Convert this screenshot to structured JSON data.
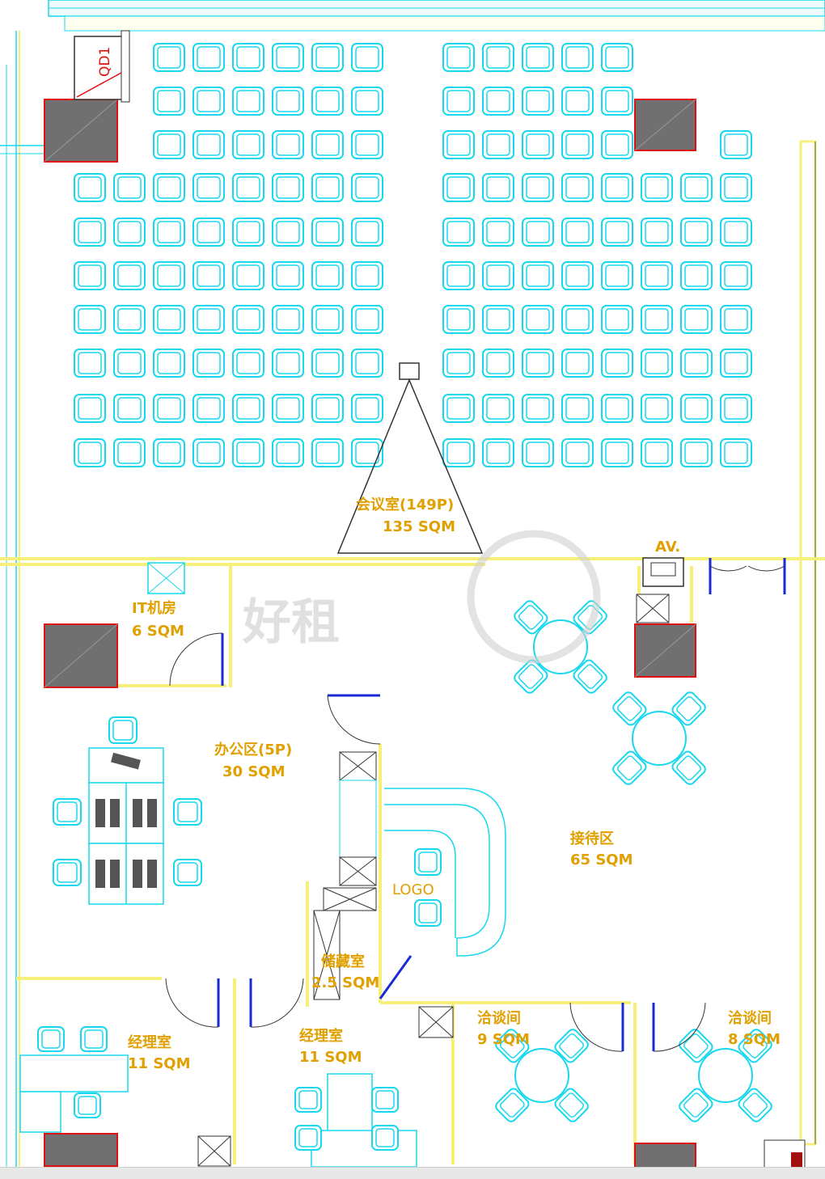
{
  "rooms": {
    "conference": {
      "name": "会议室(149P)",
      "area": "135 SQM"
    },
    "it_room": {
      "name": "IT机房",
      "area": "6 SQM"
    },
    "office": {
      "name": "办公区(5P)",
      "area": "30 SQM"
    },
    "reception": {
      "name": "接待区",
      "area": "65 SQM"
    },
    "storage": {
      "name": "储藏室",
      "area": "2.5 SQM"
    },
    "manager_1": {
      "name": "经理室",
      "area": "11 SQM"
    },
    "manager_2": {
      "name": "经理室",
      "area": "11 SQM"
    },
    "meeting_1": {
      "name": "洽谈间",
      "area": "9 SQM"
    },
    "meeting_2": {
      "name": "洽谈间",
      "area": "8 SQM"
    }
  },
  "tags": {
    "panel": "QD1",
    "av": "AV.",
    "logo": "LOGO"
  },
  "watermark": "好租",
  "colors": {
    "chair": "#19d8ee",
    "wall": "#f6f07a",
    "label": "#e0a000",
    "door": "#1a2bd6",
    "column_fill": "#707070",
    "column_border": "#e01010",
    "line": "#333333"
  }
}
